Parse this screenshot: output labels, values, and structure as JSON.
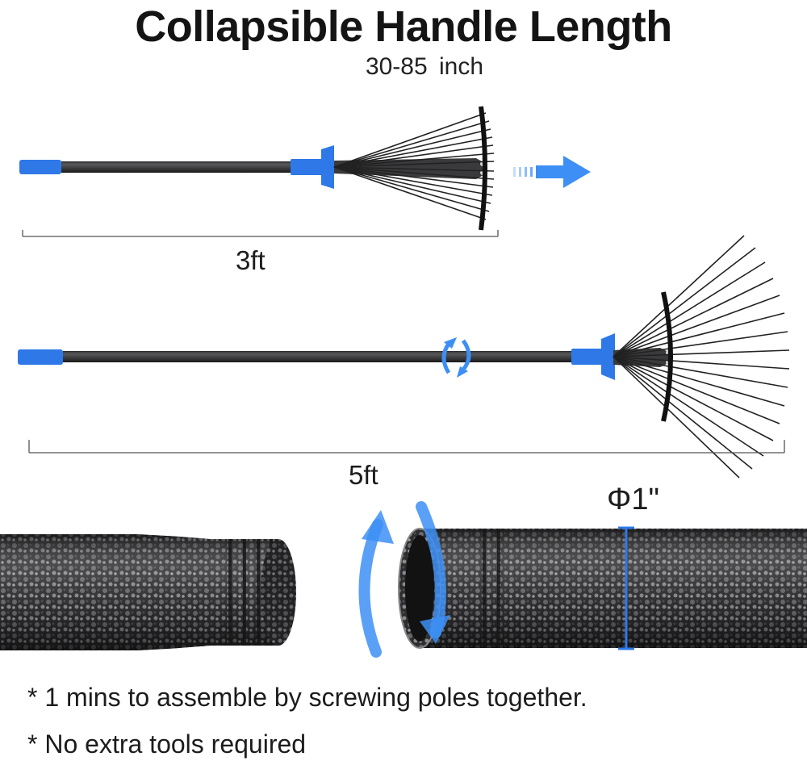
{
  "header": {
    "title": "Collapsible Handle Length",
    "subtitle": "30-85  inch"
  },
  "dimensions": {
    "short_label": "3ft",
    "long_label": "5ft",
    "diameter_label": "Φ1\""
  },
  "notes": [
    "* 1 mins to assemble by screwing poles together.",
    "* No extra tools required"
  ],
  "colors": {
    "accent_blue": "#2f78e8",
    "pole_dark": "#3a3a3c",
    "tine_black": "#111111",
    "arrow_blue": "#3d8ff5"
  },
  "icons": [
    "rake-collapsed",
    "rake-extended",
    "expand-arrow-icon",
    "rotate-icon",
    "rotate-large-icon",
    "pole-section"
  ]
}
